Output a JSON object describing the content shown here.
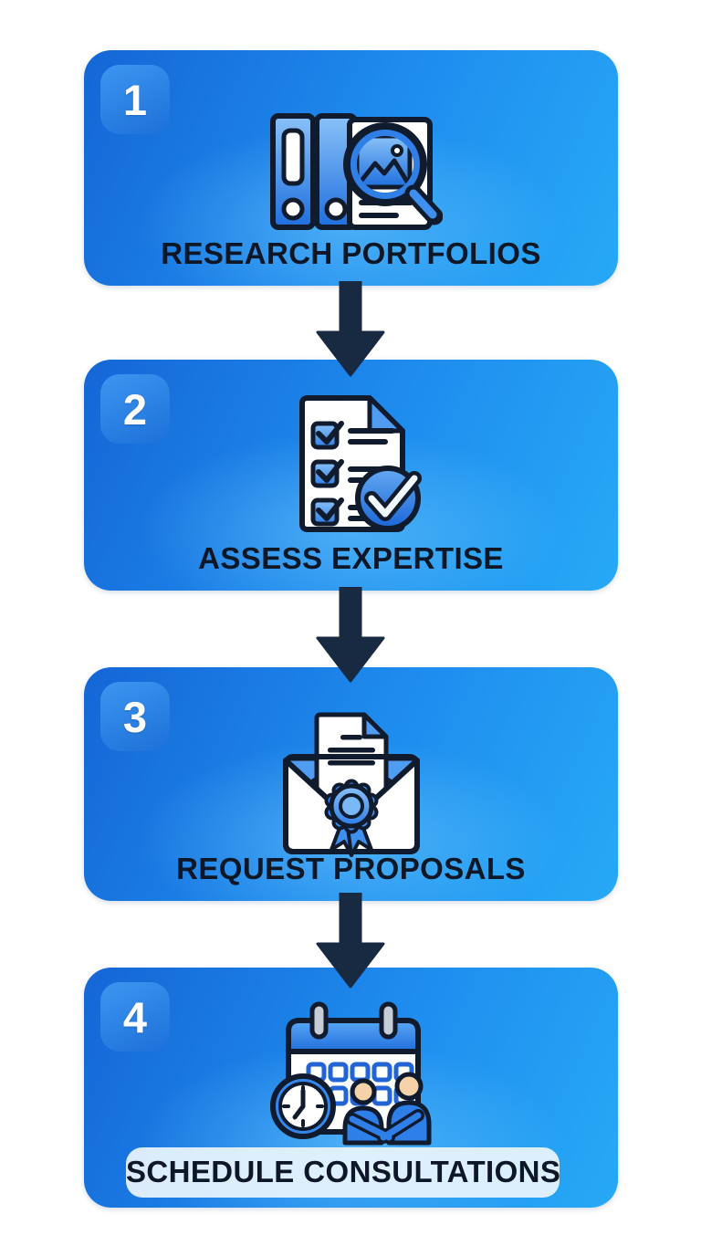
{
  "diagram": {
    "type": "vertical-process-flow",
    "steps": [
      {
        "number": "1",
        "label": "RESEARCH PORTFOLIOS",
        "icon": "research-portfolios-icon"
      },
      {
        "number": "2",
        "label": "ASSESS EXPERTISE",
        "icon": "assess-expertise-icon"
      },
      {
        "number": "3",
        "label": "REQUEST PROPOSALS",
        "icon": "request-proposals-icon"
      },
      {
        "number": "4",
        "label": "SCHEDULE CONSULTATIONS",
        "icon": "schedule-consultations-icon"
      }
    ],
    "connector": "down-arrow",
    "colors": {
      "box_gradient_start": "#1566d6",
      "box_gradient_end": "#27a9f6",
      "badge_blue": "#1d70d8",
      "arrow_navy": "#182942",
      "label_text": "#0d1726",
      "pill_background": "#ebf5fd",
      "icon_outline": "#101b2e",
      "icon_blue": "#2f7fe6",
      "background": "#ffffff"
    }
  }
}
